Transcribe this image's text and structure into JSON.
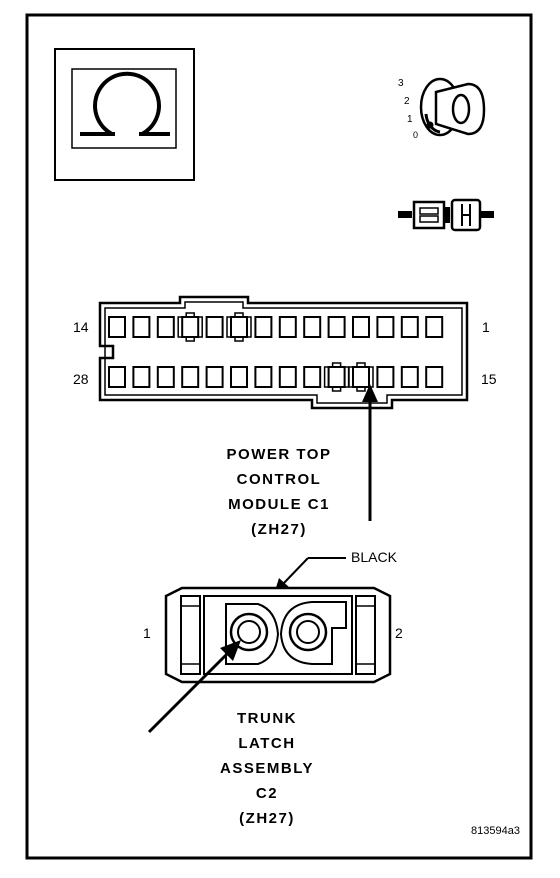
{
  "connector_c1": {
    "pin_top_left": "14",
    "pin_top_right": "1",
    "pin_bottom_left": "28",
    "pin_bottom_right": "15",
    "label_lines": [
      "POWER TOP",
      "CONTROL",
      "MODULE C1",
      "(ZH27)"
    ]
  },
  "connector_c2": {
    "pin_left": "1",
    "pin_right": "2",
    "color_label": "BLACK",
    "label_lines": [
      "TRUNK",
      "LATCH",
      "ASSEMBLY",
      "C2",
      "(ZH27)"
    ]
  },
  "ignition_key": {
    "positions": [
      "3",
      "2",
      "1",
      "0"
    ]
  },
  "figure_id": "813594a3"
}
